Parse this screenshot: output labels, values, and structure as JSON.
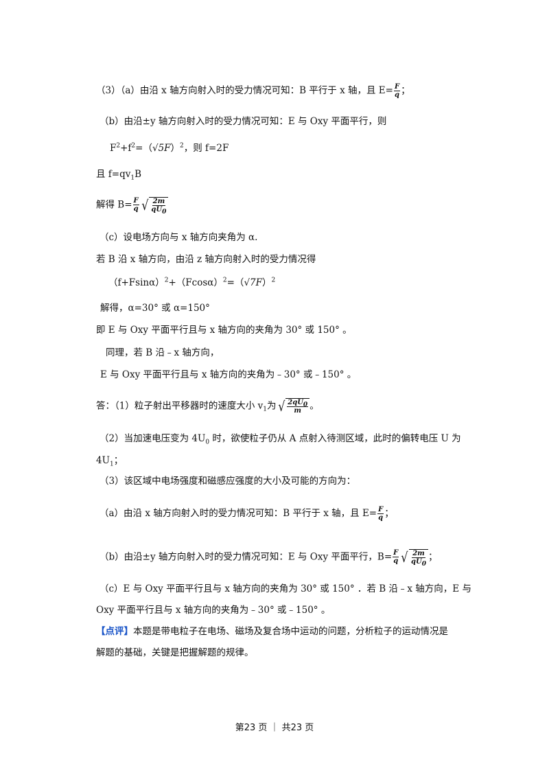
{
  "lines": {
    "l1_a": "（3）（a）由沿 x 轴方向射入时的受力情况可知：B 平行于 x 轴，且 E=",
    "l1_end": "；",
    "l2": "（b）由沿±y 轴方向射入时的受力情况可知：E 与 Oxy 平面平行，则",
    "l3_a": "F",
    "l3_b": "2",
    "l3_c": "+f",
    "l3_d": "2",
    "l3_e": "=（",
    "l3_f": "√5F",
    "l3_g": "）",
    "l3_h": "2",
    "l3_i": "，则 f=2F",
    "l4_a": "且 f=qv",
    "l4_sub": "1",
    "l4_b": "B",
    "l5_a": "解得 B=",
    "l6": "（c）设电场方向与 x 轴方向夹角为 α.",
    "l7": "若 B 沿 x 轴方向，由沿 z 轴方向射入时的受力情况得",
    "l8_a": "（f+Fsinα）",
    "l8_b": "2",
    "l8_c": "+（Fcosα）",
    "l8_d": "2",
    "l8_e": "=（",
    "l8_f": "√7F",
    "l8_g": "）",
    "l8_h": "2",
    "l9": "解得，α=30° 或 α=150°",
    "l10": "即 E 与 Oxy 平面平行且与 x 轴方向的夹角为 30° 或 150° 。",
    "l11": "同理，若 B 沿﹣x 轴方向，",
    "l12": "E 与 Oxy 平面平行且与 x 轴方向的夹角为﹣30° 或﹣150° 。",
    "l13_a": "答：（1）粒子射出平移器时的速度大小 v",
    "l13_sub": "1",
    "l13_b": "为",
    "l13_end": "。",
    "l14_a": "（2）当加速电压变为 4U",
    "l14_sub": "0",
    "l14_b": " 时，欲使粒子仍从 A 点射入待测区域，此时的偏转电压 U 为",
    "l15_a": "4U",
    "l15_sub": "1",
    "l15_b": "；",
    "l16": "（3）该区域中电场强度和磁感应强度的大小及可能的方向为：",
    "l17_a": "（a）由沿 x 轴方向射入时的受力情况可知：B 平行于 x 轴，且 E=",
    "l17_end": "；",
    "l18_a": "（b）由沿±y 轴方向射入时的受力情况可知：E 与 Oxy 平面平行，B=",
    "l18_end": "；",
    "l19": "（c）E 与 Oxy 平面平行且与 x 轴方向的夹角为 30° 或 150° ．若 B 沿﹣x 轴方向，E 与",
    "l20": "Oxy 平面平行且与 x 轴方向的夹角为﹣30° 或﹣150° 。",
    "l21_tag": "【点评】",
    "l21_b": "本题是带电粒子在电场、磁场及复合场中运动的问题，分析粒子的运动情况是",
    "l22": "解题的基础，关键是把握解题的规律。"
  },
  "math": {
    "F": "F",
    "q": "q",
    "two_m": "2m",
    "q_U0": "qU",
    "U0_sub": "0",
    "two_q_U0": "2qU",
    "m": "m",
    "sqrt_sign": "√"
  },
  "footer": "第23 页 ｜ 共23 页",
  "colors": {
    "comment": "#1a55c8",
    "text": "#111111"
  }
}
